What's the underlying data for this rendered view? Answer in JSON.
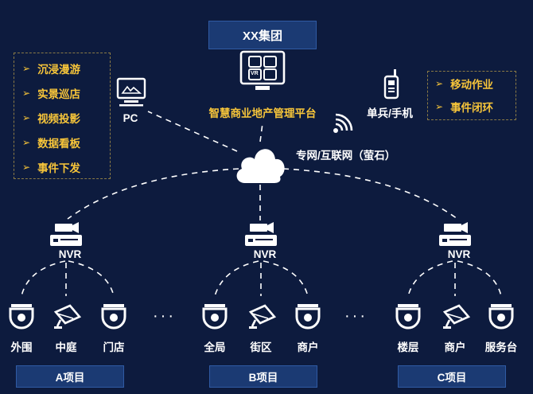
{
  "title": "XX集团",
  "left_features": [
    "沉浸漫游",
    "实景巡店",
    "视频投影",
    "数据看板",
    "事件下发"
  ],
  "right_features": [
    "移动作业",
    "事件闭环"
  ],
  "pc_label": "PC",
  "platform_label": "智慧商业地产管理平台",
  "platform_screen_text": "VR",
  "mobile_label": "单兵/手机",
  "network_label": "专网/互联网（萤石）",
  "nvr_label": "NVR",
  "ellipsis": "···",
  "projects": [
    {
      "name": "A项目",
      "cameras": [
        "外围",
        "中庭",
        "门店"
      ]
    },
    {
      "name": "B项目",
      "cameras": [
        "全局",
        "街区",
        "商户"
      ]
    },
    {
      "name": "C项目",
      "cameras": [
        "楼层",
        "商户",
        "服务台"
      ]
    }
  ],
  "colors": {
    "background": "#0d1b3e",
    "accent_yellow": "#f7c53a",
    "box_fill": "#1b3a73",
    "line": "#ffffff"
  }
}
